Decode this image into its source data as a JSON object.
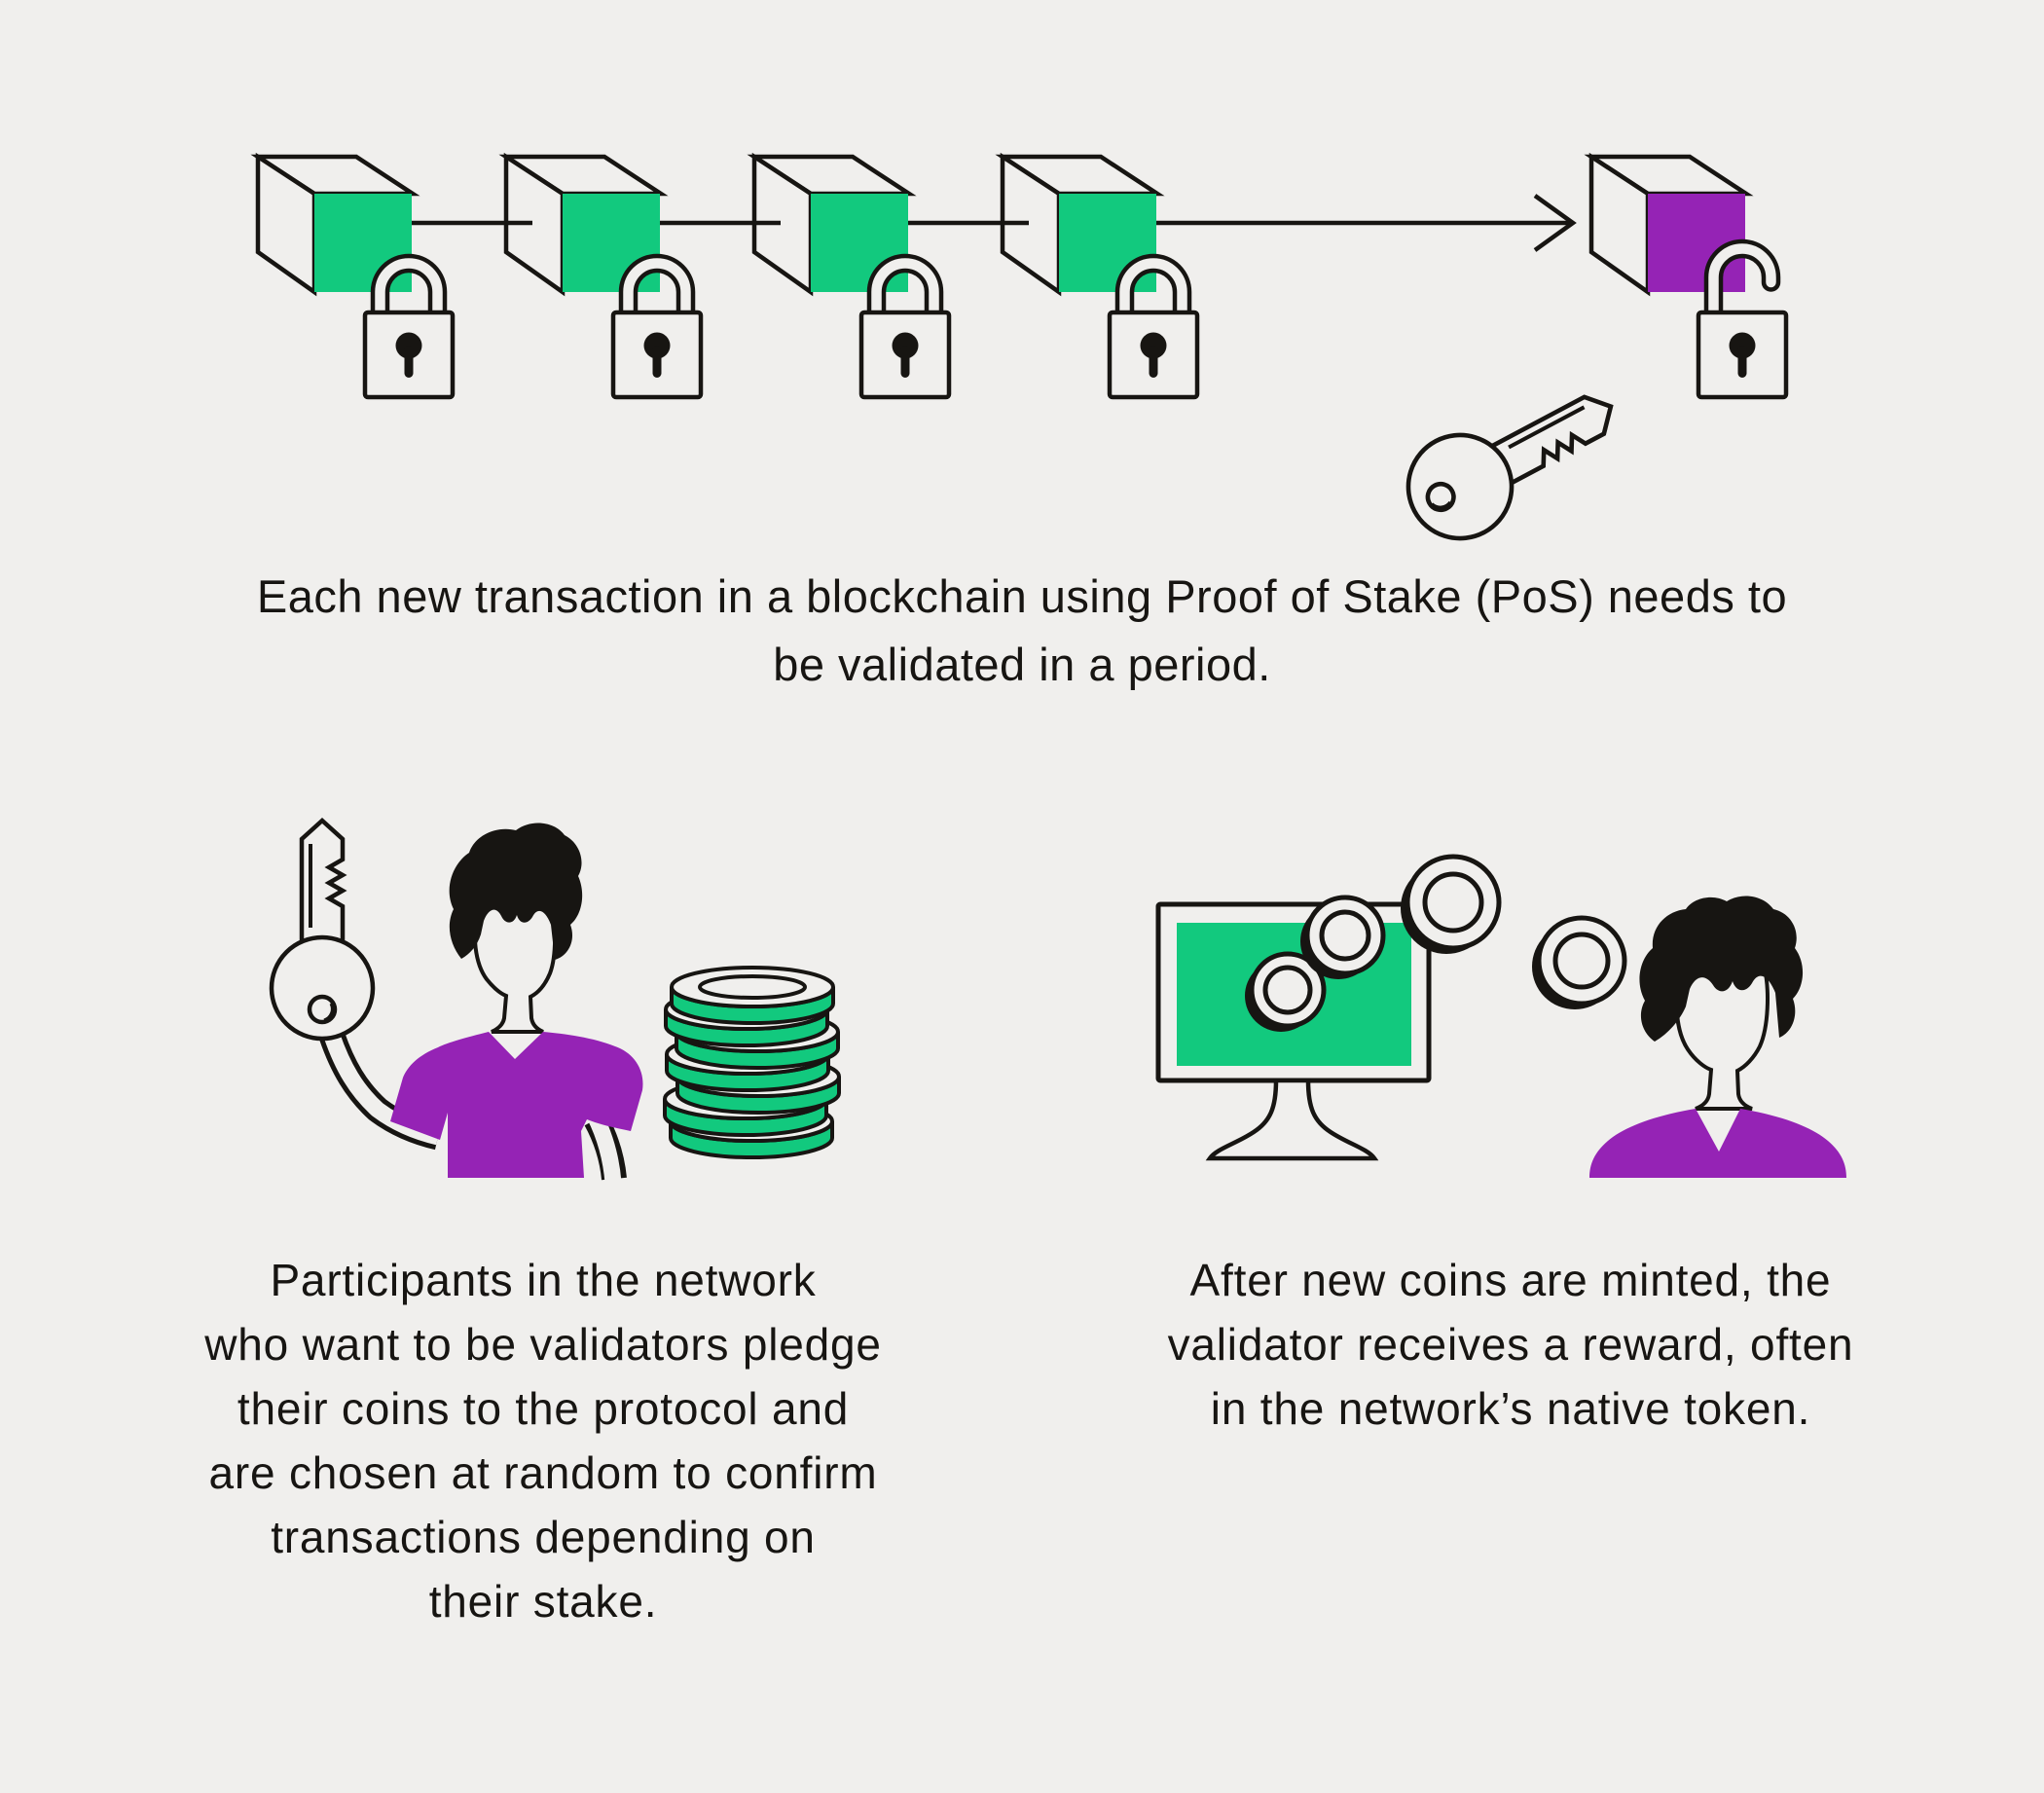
{
  "colors": {
    "bg": "#F0EFED",
    "ink": "#171512",
    "green": "#12C97E",
    "purple": "#9523B5"
  },
  "caption": {
    "lines": [
      "Each new transaction in a blockchain using Proof of Stake (PoS) needs to",
      "be validated in a period."
    ]
  },
  "sections": {
    "validator": {
      "lines": [
        "Participants in the network",
        "who want to be validators pledge",
        "their coins to the protocol and",
        "are chosen at random to confirm",
        "transactions depending on",
        "their stake."
      ]
    },
    "reward": {
      "lines": [
        "After new coins are minted, the",
        "validator receives a reward, often",
        "in the network’s native token."
      ]
    }
  }
}
